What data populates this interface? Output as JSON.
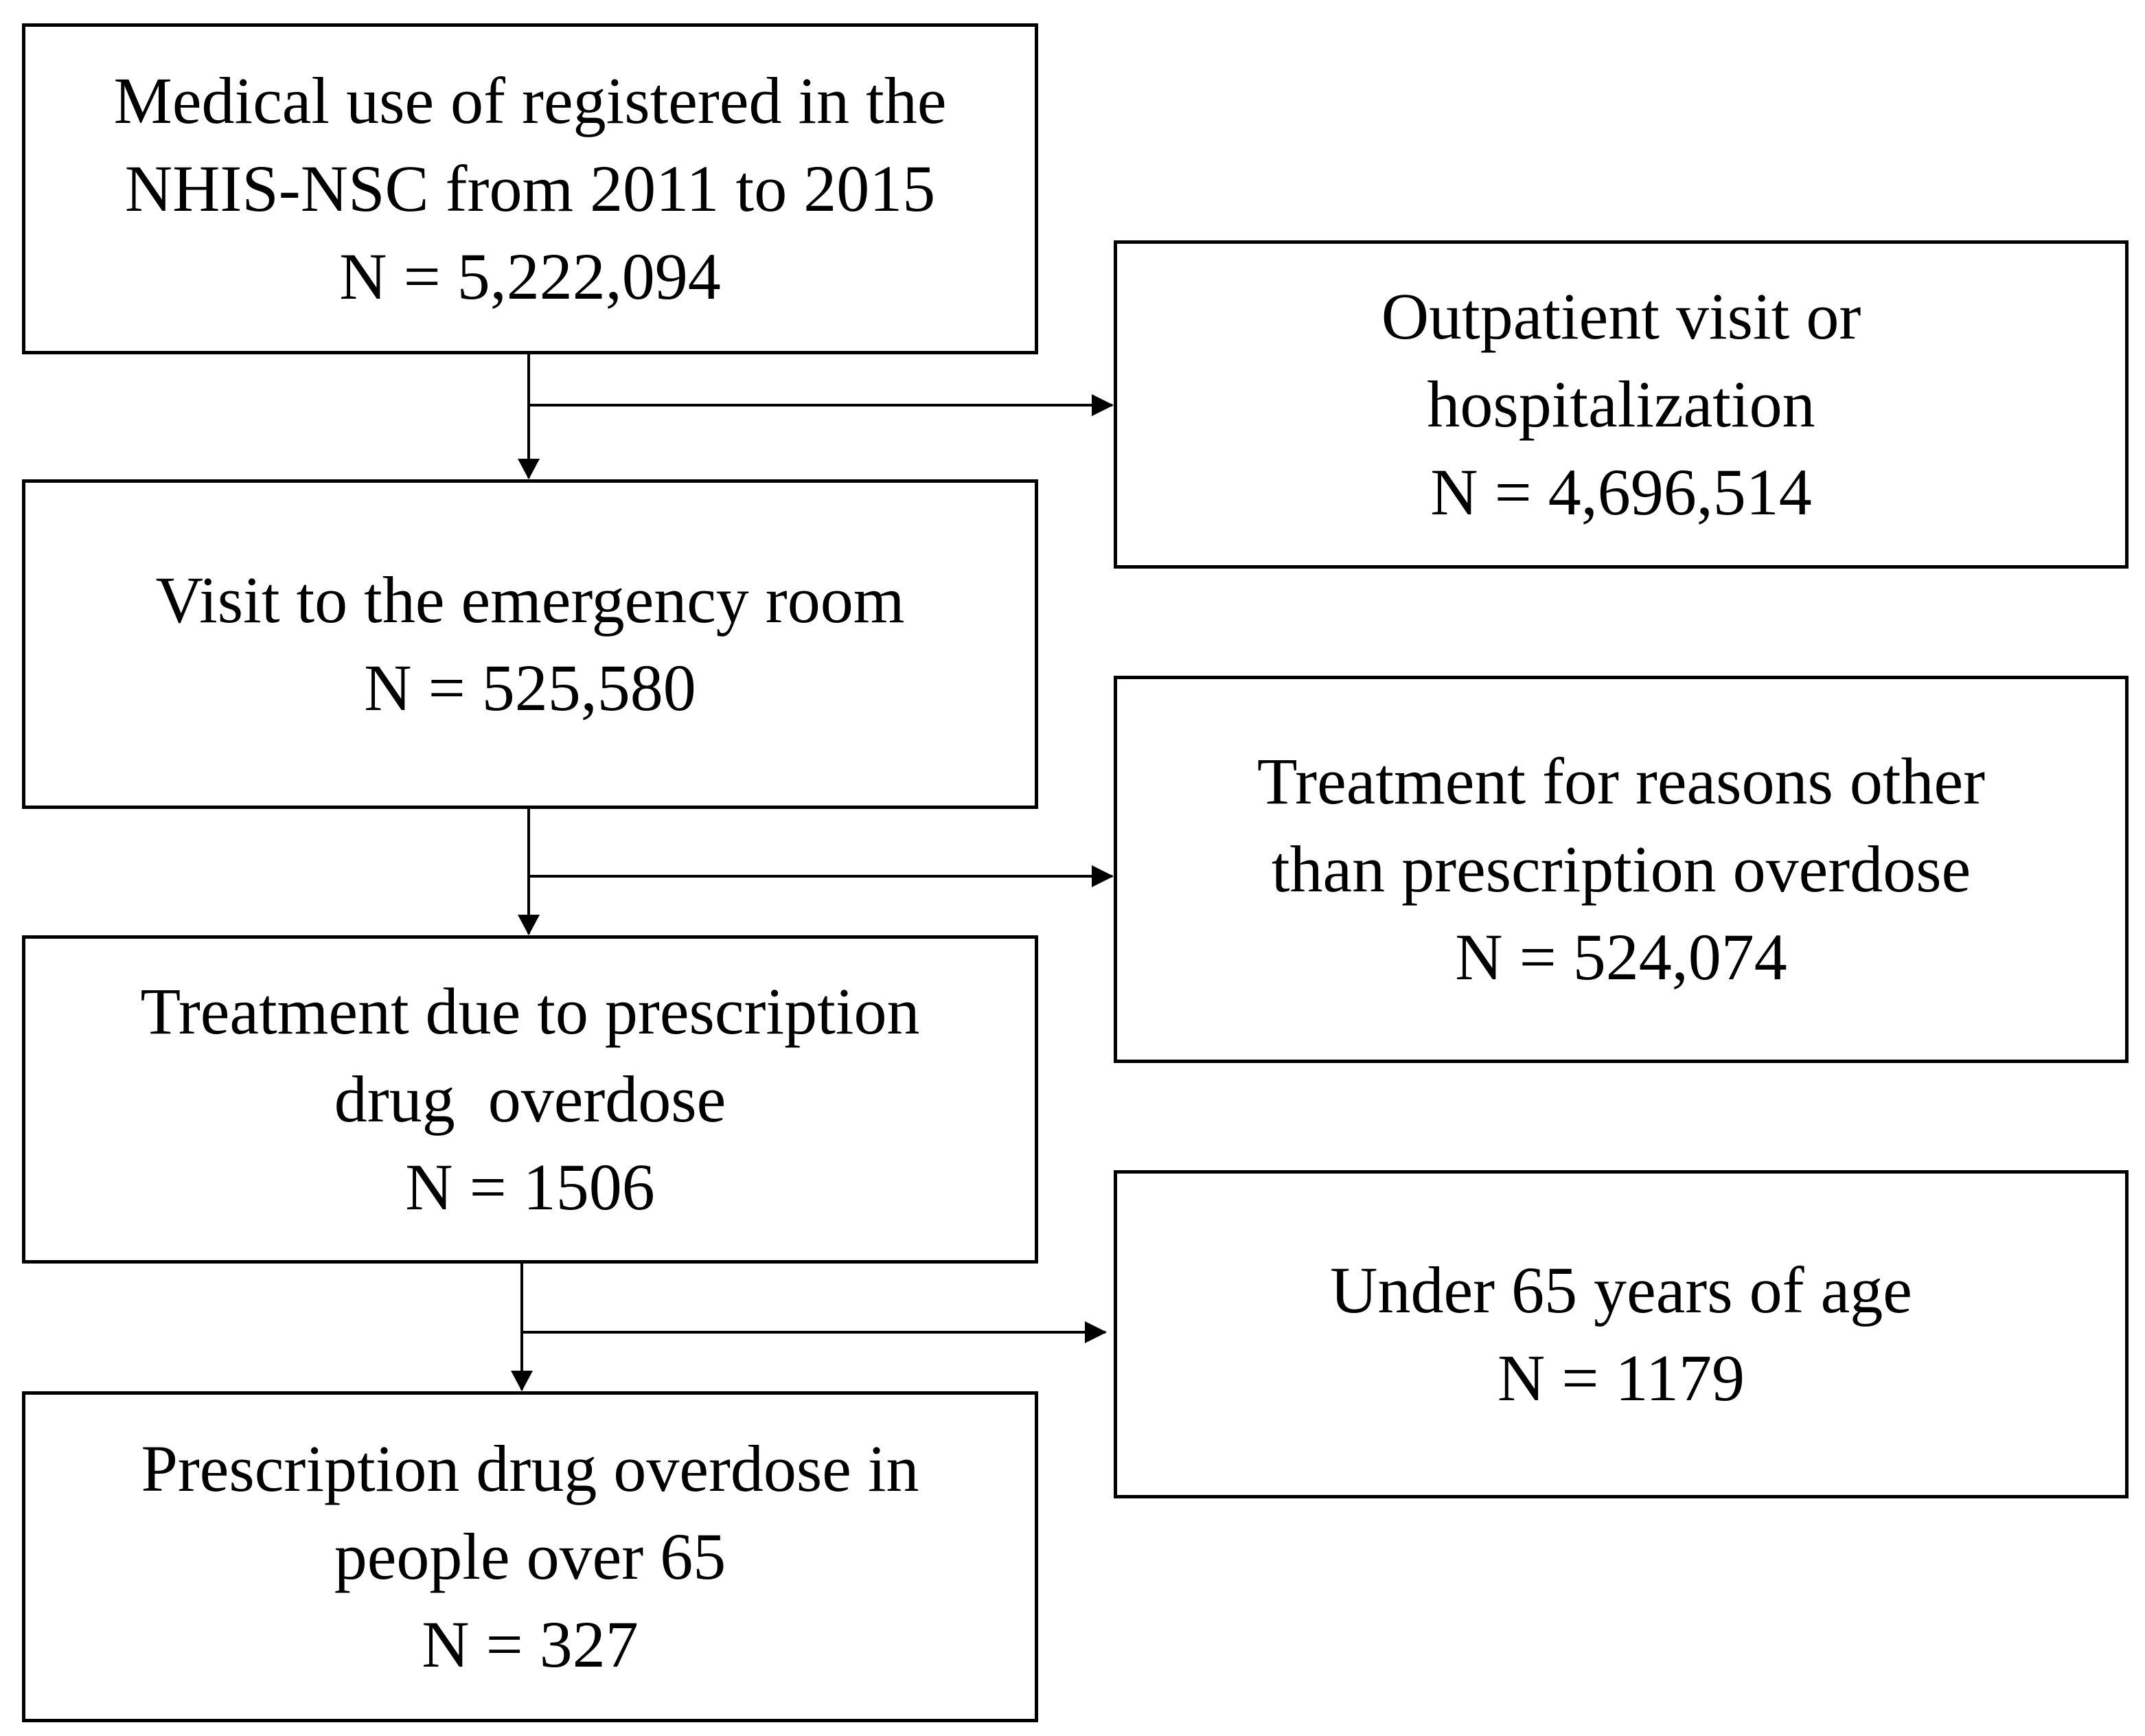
{
  "main_flow": [
    {
      "lines": [
        "Medical use of registered in the",
        "NHIS-NSC from 2011 to 2015"
      ],
      "count": "N = 5,222,094"
    },
    {
      "lines": [
        "Visit to the emergency room"
      ],
      "count": "N = 525,580"
    },
    {
      "lines": [
        "Treatment due to prescription",
        "drug  overdose"
      ],
      "count": "N = 1506"
    },
    {
      "lines": [
        "Prescription drug overdose in",
        "people over 65"
      ],
      "count": "N = 327"
    }
  ],
  "exclusions": [
    {
      "lines": [
        "Outpatient visit or",
        "hospitalization"
      ],
      "count": "N = 4,696,514"
    },
    {
      "lines": [
        "Treatment for reasons other",
        "than prescription overdose"
      ],
      "count": "N = 524,074"
    },
    {
      "lines": [
        "Under 65 years of age"
      ],
      "count": "N = 1179"
    }
  ]
}
